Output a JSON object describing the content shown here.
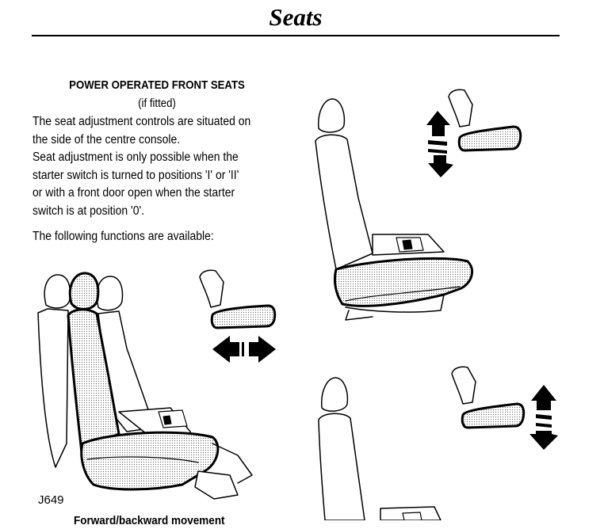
{
  "page": {
    "title": "Seats"
  },
  "section": {
    "heading": "POWER OPERATED FRONT SEATS",
    "subheading": "(if fitted)",
    "paragraphs": [
      "The seat adjustment controls are situated on\nthe side of the centre console.",
      "Seat adjustment is only possible when the\nstarter switch is turned to positions 'I' or 'II'\nor with a front door open when the starter\nswitch is at position '0'.",
      "The following functions are available:"
    ]
  },
  "figure": {
    "label": "J649",
    "caption": "Forward/backward movement"
  },
  "icons": {
    "horizontal": "left-right-arrows-icon",
    "tilt": "up-down-arrows-icon",
    "height": "up-down-arrows-icon"
  }
}
